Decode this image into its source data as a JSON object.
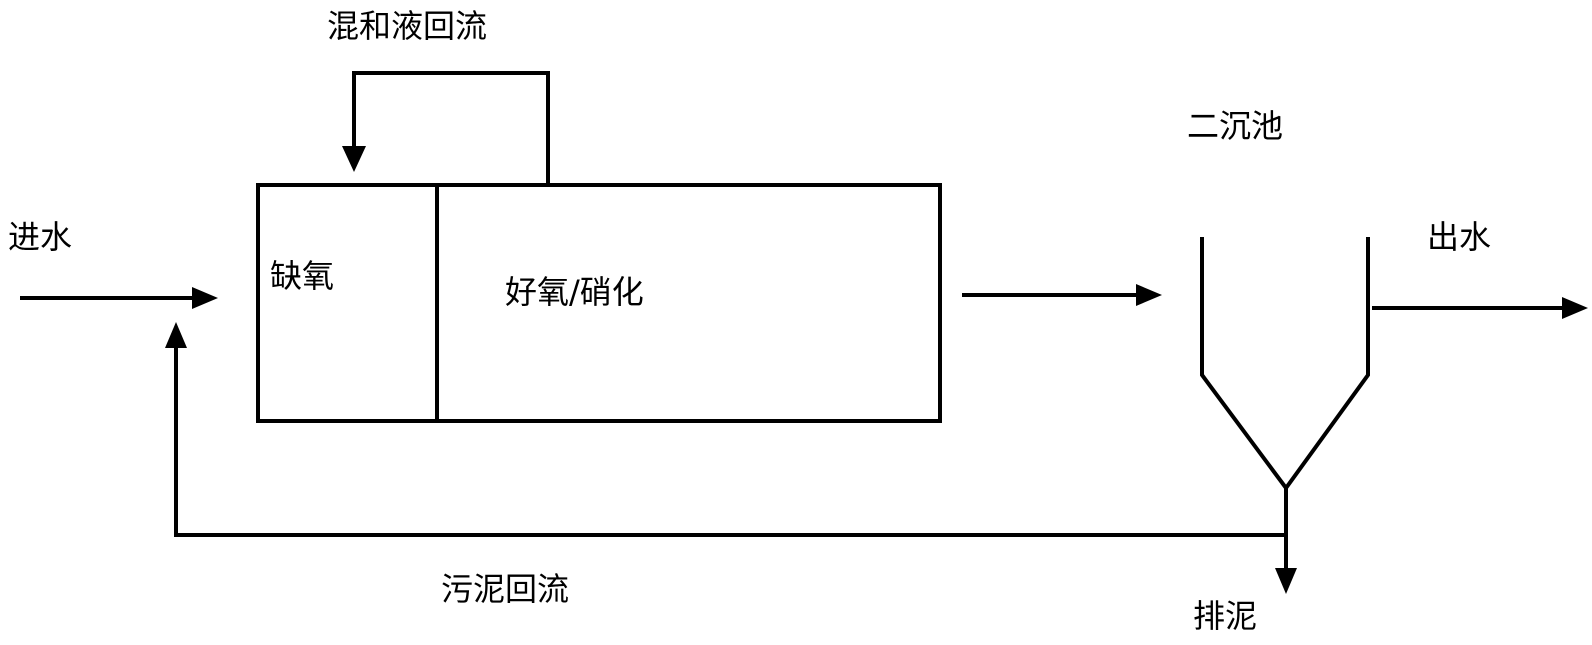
{
  "labels": {
    "mixed_return": "混和液回流",
    "secondary_clarifier": "二沉池",
    "inflow": "进水",
    "outflow": "出水",
    "anoxic": "缺氧",
    "aerobic_nitrification": "好氧/硝化",
    "sludge_return": "污泥回流",
    "sludge_discharge": "排泥"
  }
}
